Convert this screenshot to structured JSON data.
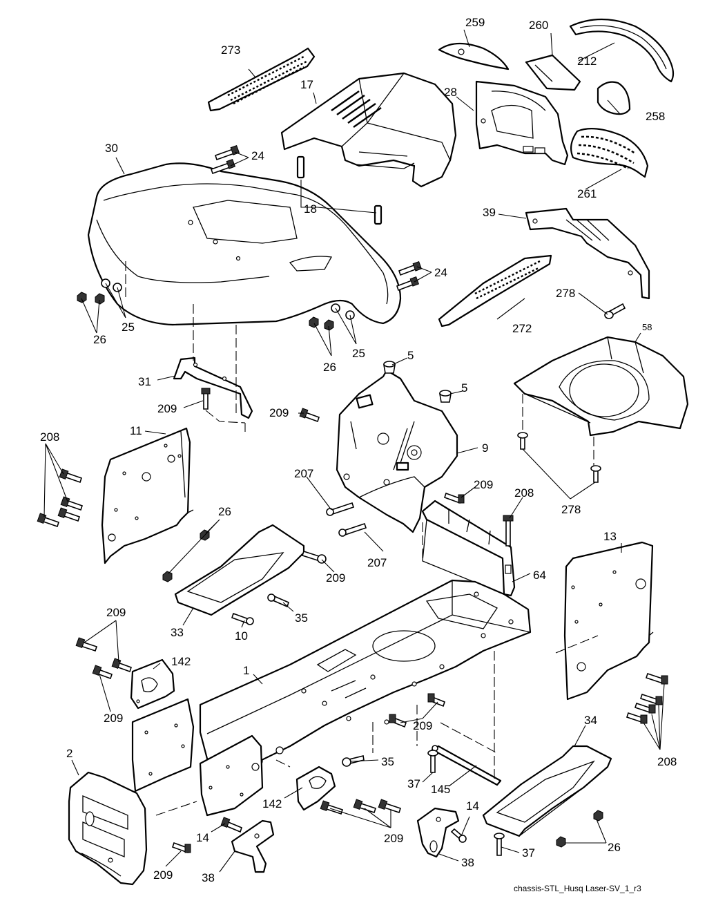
{
  "diagram": {
    "caption": "chassis-STL_Husq Laser-SV_1_r3",
    "labels": {
      "p273": "273",
      "p259": "259",
      "p260": "260",
      "p212": "212",
      "p17": "17",
      "p28": "28",
      "p258": "258",
      "p30": "30",
      "p24a": "24",
      "p24b": "24",
      "p18": "18",
      "p261": "261",
      "p39": "39",
      "p25a": "25",
      "p26a": "26",
      "p25b": "25",
      "p26b": "26",
      "p278a": "278",
      "p272": "272",
      "p58": "58",
      "p5a": "5",
      "p5b": "5",
      "p31": "31",
      "p209a": "209",
      "p209b": "209",
      "p9": "9",
      "p208a": "208",
      "p11": "11",
      "p207a": "207",
      "p209c": "209",
      "p208b": "208",
      "p278b": "278",
      "p26c": "26",
      "p207b": "207",
      "p209d": "209",
      "p13": "13",
      "p64": "64",
      "p35a": "35",
      "p33": "33",
      "p10": "10",
      "p209e": "209",
      "p142a": "142",
      "p1": "1",
      "p209f": "209",
      "p209g": "209",
      "p34": "34",
      "p2": "2",
      "p35b": "35",
      "p208c": "208",
      "p37a": "37",
      "p145": "145",
      "p142b": "142",
      "p14a": "14",
      "p14b": "14",
      "p209h": "209",
      "p26d": "26",
      "p37b": "37",
      "p209i": "209",
      "p38a": "38",
      "p38b": "38"
    }
  }
}
